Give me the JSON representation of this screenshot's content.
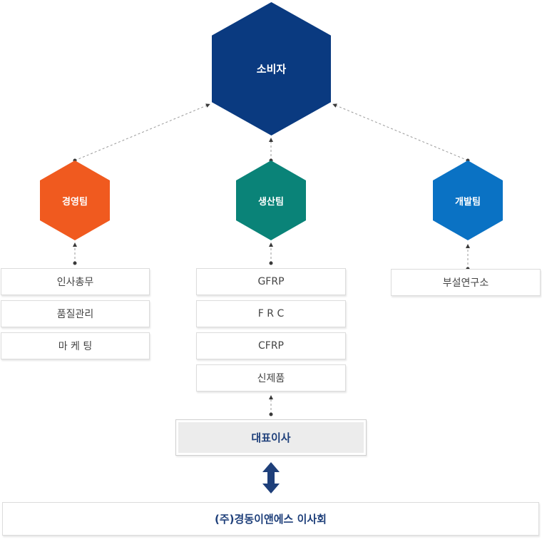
{
  "consumer": {
    "label": "소비자",
    "color": "#0a3a80"
  },
  "teams": [
    {
      "label": "경영팀",
      "color": "#f05a1f",
      "items": [
        "인사총무",
        "품질관리",
        "마 케 팅"
      ]
    },
    {
      "label": "생산팀",
      "color": "#0a8378",
      "items": [
        "GFRP",
        "F R C",
        "CFRP",
        "신제품"
      ]
    },
    {
      "label": "개발팀",
      "color": "#0a72c4",
      "items": [
        "부설연구소"
      ]
    }
  ],
  "ceo": {
    "label": "대표이사"
  },
  "board": {
    "label": "(주)경동이앤에스 이사회"
  },
  "connector_color": "#9a9a9a",
  "arrow_color": "#1e3f7a"
}
